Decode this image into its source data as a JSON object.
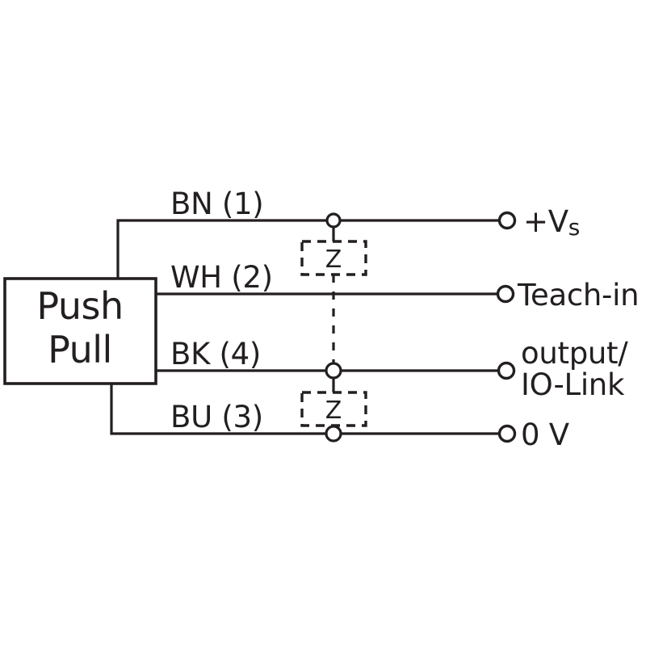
{
  "diagram": {
    "title": "Push Pull sensor wiring diagram",
    "colors": {
      "line": "#231f20",
      "background": "#ffffff"
    },
    "block": {
      "name": "push-pull-block",
      "line1": "Push",
      "line2": "Pull"
    },
    "wires": [
      {
        "id": "bn",
        "label": "BN (1)",
        "color_code": "BN",
        "pin": "1",
        "terminal": "+Vs"
      },
      {
        "id": "wh",
        "label": "WH (2)",
        "color_code": "WH",
        "pin": "2",
        "terminal": "Teach-in"
      },
      {
        "id": "bk",
        "label": "BK (4)",
        "color_code": "BK",
        "pin": "4",
        "terminal": "output/ IO-Link"
      },
      {
        "id": "bu",
        "label": "BU (3)",
        "color_code": "BU",
        "pin": "3",
        "terminal": "0 V"
      }
    ],
    "terminals": [
      {
        "id": "vs",
        "label": "+Vs",
        "label_main": "+V",
        "label_sub": "s"
      },
      {
        "id": "teach",
        "label": "Teach-in"
      },
      {
        "id": "output",
        "label_line1": "output/",
        "label_line2": "IO-Link"
      },
      {
        "id": "ground",
        "label": "0 V"
      }
    ],
    "suppressors": [
      {
        "id": "z-upper",
        "label": "Z"
      },
      {
        "id": "z-lower",
        "label": "Z"
      }
    ]
  }
}
